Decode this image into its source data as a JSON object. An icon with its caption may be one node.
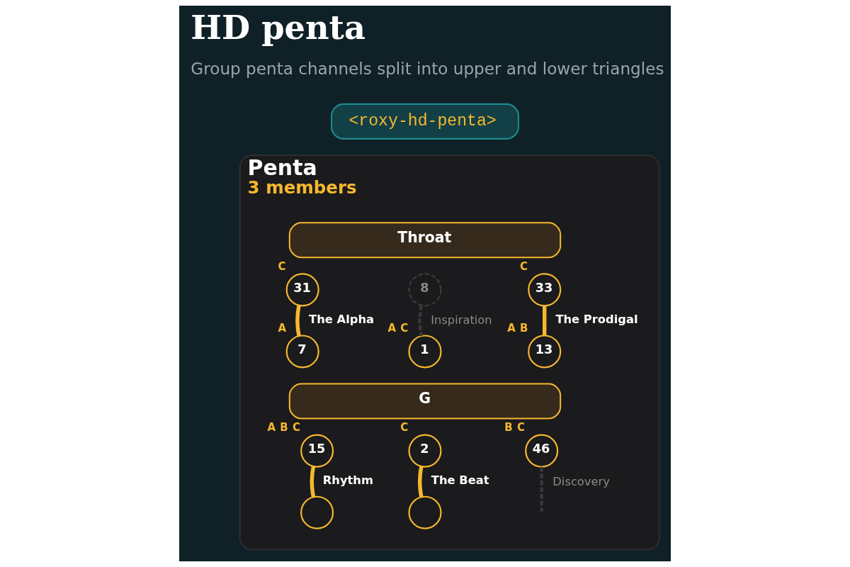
{
  "diagram": {
    "title": "HD penta",
    "nodes": [
      {
        "text": [
          "<roxy-hd-penta>"
        ]
      },
      {
        "text": [
          "Penta",
          "3 members"
        ]
      },
      {
        "text": [
          "Throat"
        ],
        "in": 1
      },
      {
        "text": [
          "31"
        ],
        "beside": [
          "C"
        ],
        "in": 1
      },
      {
        "text": [
          "8"
        ],
        "in": 1
      },
      {
        "text": [
          "33"
        ],
        "beside": [
          "C"
        ],
        "in": 1
      },
      {
        "text": [
          "7"
        ],
        "beside": [
          "A"
        ],
        "in": 1
      },
      {
        "text": [
          "1"
        ],
        "beside": [
          "A",
          "C"
        ],
        "in": 1
      },
      {
        "text": [
          "13"
        ],
        "beside": [
          "A",
          "B"
        ],
        "in": 1
      },
      {
        "text": [
          "G"
        ],
        "in": 1
      },
      {
        "text": [
          "15"
        ],
        "beside": [
          "A",
          "B",
          "C"
        ],
        "in": 1
      },
      {
        "text": [
          "2"
        ],
        "beside": [
          "C"
        ],
        "in": 1
      },
      {
        "text": [
          "46"
        ],
        "beside": [
          "B",
          "C"
        ],
        "in": 1
      },
      {
        "text": [],
        "shape": "circle",
        "in": 1
      },
      {
        "text": [],
        "shape": "circle",
        "in": 1
      }
    ],
    "edges": [
      {
        "from": 3,
        "to": 6,
        "arrow": "none",
        "label": "The Alpha"
      },
      {
        "from": 4,
        "to": 7,
        "arrow": "none",
        "label": "Inspiration",
        "style": "dashed",
        "color": "#3a3a3c"
      },
      {
        "from": 5,
        "to": 8,
        "arrow": "none",
        "label": "The Prodigal"
      },
      {
        "from": 10,
        "to": 13,
        "arrow": "none",
        "label": "Rhythm"
      },
      {
        "from": 11,
        "to": 14,
        "arrow": "none",
        "label": "The Beat"
      },
      {
        "from": 12,
        "to": null,
        "arrow": "none",
        "label": "Discovery",
        "style": "dashed",
        "color": "#3a3a3c"
      }
    ],
    "labels": [
      "Group penta channels split into upper and lower triangles"
    ]
  }
}
